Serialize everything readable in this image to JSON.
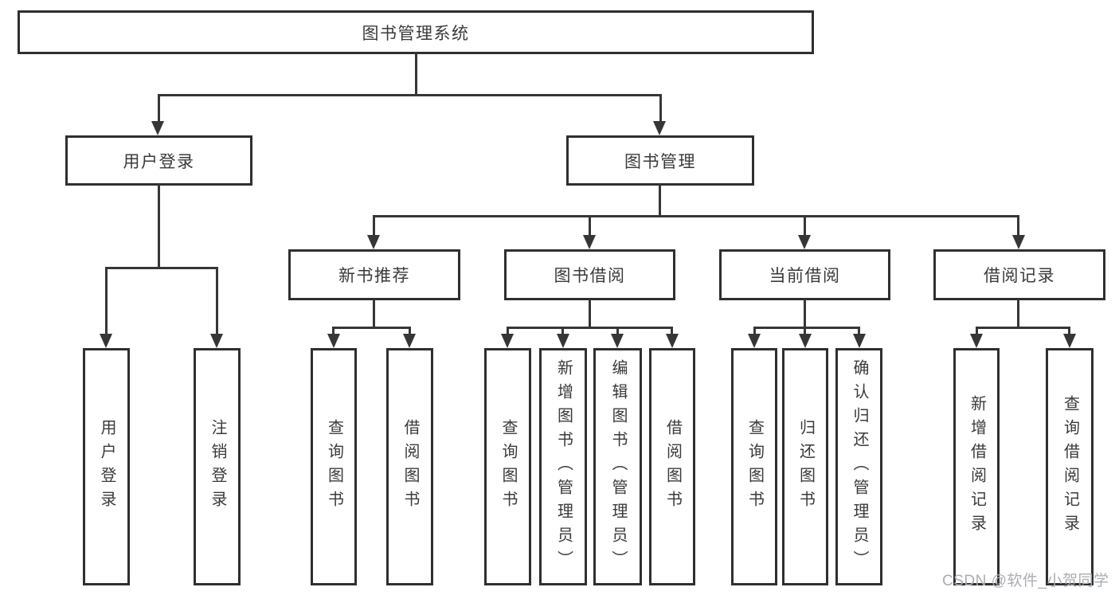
{
  "diagram": {
    "root": {
      "label": "图书管理系统"
    },
    "level2": [
      {
        "label": "用户登录"
      },
      {
        "label": "图书管理"
      }
    ],
    "level3": [
      {
        "label": "新书推荐"
      },
      {
        "label": "图书借阅"
      },
      {
        "label": "当前借阅"
      },
      {
        "label": "借阅记录"
      }
    ],
    "leaves": [
      {
        "label": "用户登录"
      },
      {
        "label": "注销登录"
      },
      {
        "label": "查询图书"
      },
      {
        "label": "借阅图书"
      },
      {
        "label": "查询图书"
      },
      {
        "label": "新增图书（管理员）"
      },
      {
        "label": "编辑图书（管理员）"
      },
      {
        "label": "借阅图书"
      },
      {
        "label": "查询图书"
      },
      {
        "label": "归还图书"
      },
      {
        "label": "确认归还（管理员）"
      },
      {
        "label": "新增借阅记录"
      },
      {
        "label": "查询借阅记录"
      }
    ]
  },
  "watermark": {
    "text": "CSDN @软件_小贺同学"
  },
  "colors": {
    "line": "#363636",
    "border": "#2f2f2f",
    "text": "#3a3a3a",
    "watermark": "#aaadb2",
    "background": "#ffffff"
  }
}
